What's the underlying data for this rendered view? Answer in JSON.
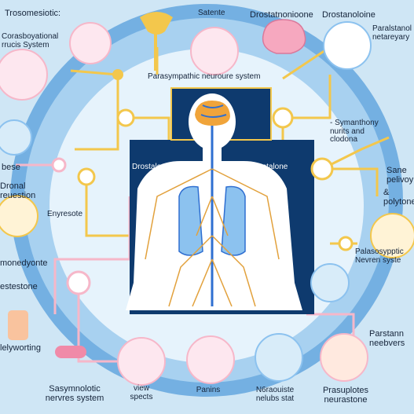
{
  "labels": {
    "top_left_title": "Trosomesiotic:",
    "top_left_system": "Corasboyational\nrrucis System",
    "top_center": "Satente",
    "top_center_right": "Drostatnonioone",
    "top_right": "Drostanoloine",
    "far_top_right": "Paralstanol\nnetareyary",
    "center_banner": "Parasympathic neuroure system",
    "left_body": "Drostalone",
    "right_body": "Drostalone",
    "right_mid": "- Symanthony\nnurits and\nclodona",
    "right_edge_1": "Sane\npelivoy",
    "right_edge_2": "&\npolytone",
    "right_lower": "Palasosypptic\nNevren syste",
    "left_1": "bese",
    "left_2": "Dronal\nreuestion",
    "left_3": "Enyresote",
    "left_4": "monedyonte",
    "left_5": "estestone",
    "left_6": "lelyworting",
    "bottom_1": "Sasymnolotic\nnervres system",
    "bottom_2": "view\nspects",
    "bottom_3": "Panins",
    "bottom_4": "N6raouiste\nnelubs stat",
    "bottom_5": "Prasuplotes\nneurastone",
    "bottom_right": "Parstann\nneebvers"
  },
  "colors": {
    "background": "#cfe6f5",
    "ring": "#3f8fd2",
    "inner_circle": "#e8f4fc",
    "body_panel": "#0e3a6e",
    "connector": "#f3c74c",
    "pink_connector": "#f6b7c9",
    "nerve": "#e2a13c",
    "vessel": "#2f6fd1"
  }
}
